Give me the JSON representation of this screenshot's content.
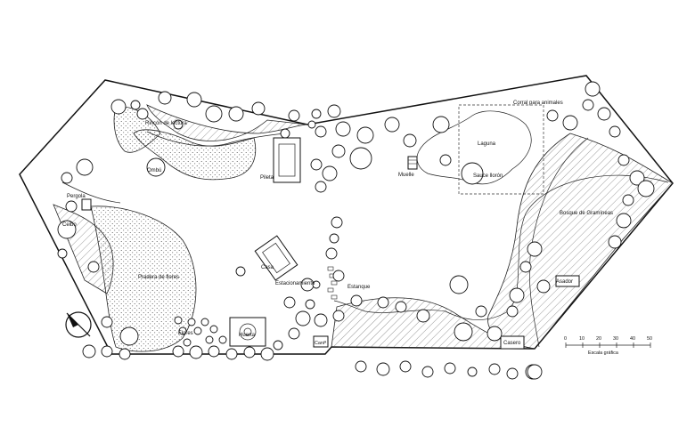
{
  "labels": {
    "rincon": "Rincón de lectura",
    "ombu": "Ombú",
    "pergola": "Pergola",
    "pileta": "Pileta",
    "ceibo": "Ceibo",
    "pradera": "Pradera de flores",
    "flores": "Flores",
    "huerta": "Huerta",
    "casa": "Casa",
    "estacionamiento": "Estacionamiento",
    "estanque": "Estanque",
    "cania": "Caniª",
    "muelle": "Muelle",
    "laguna": "Laguna",
    "sauce": "Sauce llorón",
    "corral": "Corral para animales",
    "bosque": "Bosque de Gramíneas",
    "asador": "Asador",
    "casero": "Casero"
  },
  "scale": {
    "ticks": [
      "0",
      "10",
      "20",
      "30",
      "40",
      "50"
    ],
    "caption": "Escala gráfica"
  }
}
